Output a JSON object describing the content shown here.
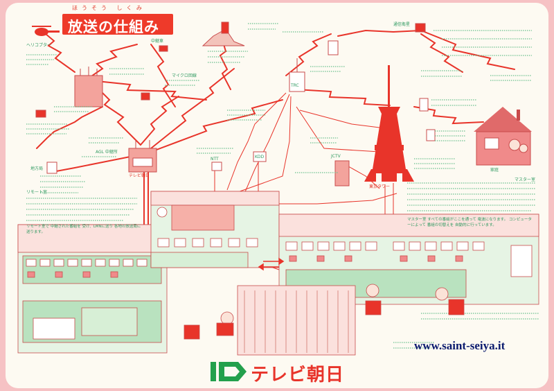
{
  "title": {
    "text": "放送の仕組み",
    "ruby": "ほうそう しくみ"
  },
  "watermark": "www.saint-seiya.it",
  "brand": {
    "name": "テレビ朝日",
    "logo_number": "10"
  },
  "labels": {
    "tv_asahi_left": "テレビ朝日",
    "remote_room": "リモート室",
    "master_room": "マスター室",
    "tokyo_tower": "東京タワー",
    "ntt": "NTT",
    "kdd": "KDD",
    "trc": "TRC",
    "jctv": "JCTV",
    "heli": "ヘリコプター",
    "relay_car": "中継車",
    "station_a": "AGL 中継所",
    "station_b": "地方局",
    "mic_a": "マイクロ回線",
    "sat_link": "通信衛星",
    "home": "家庭"
  },
  "notes": {
    "remote": "リモート室で 中継された番組を 受け、LMNに送り 各地の放送局に 送ります。",
    "master": "マスター室 すべての番組がここを通って 電波になります。 コンピューターによって 番組の切替えを 自動的に行っています。"
  },
  "colors": {
    "red": "#e0352a",
    "green": "#2f9a61",
    "pink_bg": "#f6c2c4",
    "paper": "#fdfaf2"
  }
}
